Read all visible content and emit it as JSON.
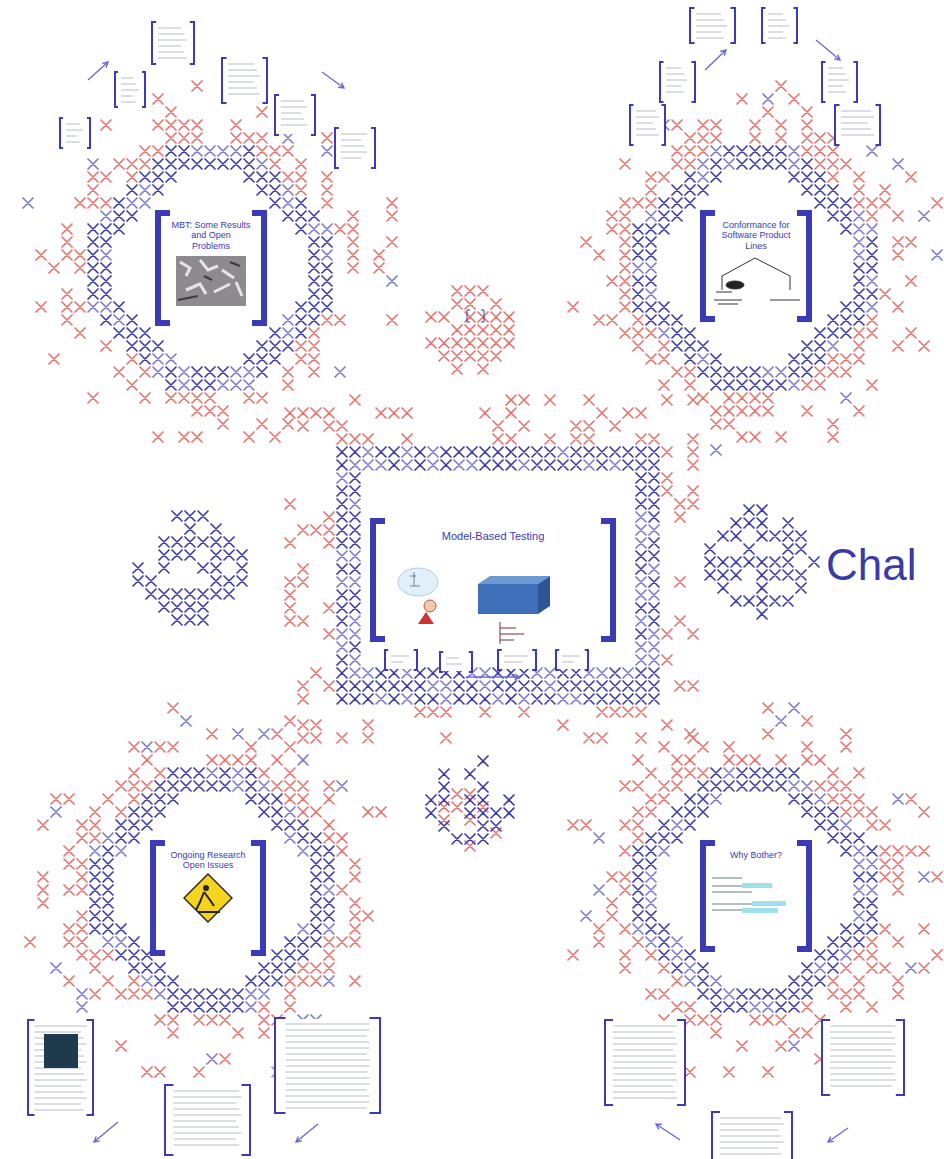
{
  "diagram": {
    "nodes": [
      {
        "text": [
          "MBT: Some Results and Open Problems"
        ]
      },
      {
        "text": [
          "Conformance for Software Product Lines"
        ]
      },
      {
        "text": [
          "Model-Based Testing"
        ]
      },
      {
        "text": [
          "Ongoing Research Open Issues"
        ]
      },
      {
        "text": [
          "Why Bother?"
        ]
      }
    ],
    "labels": [
      "Chal"
    ]
  }
}
